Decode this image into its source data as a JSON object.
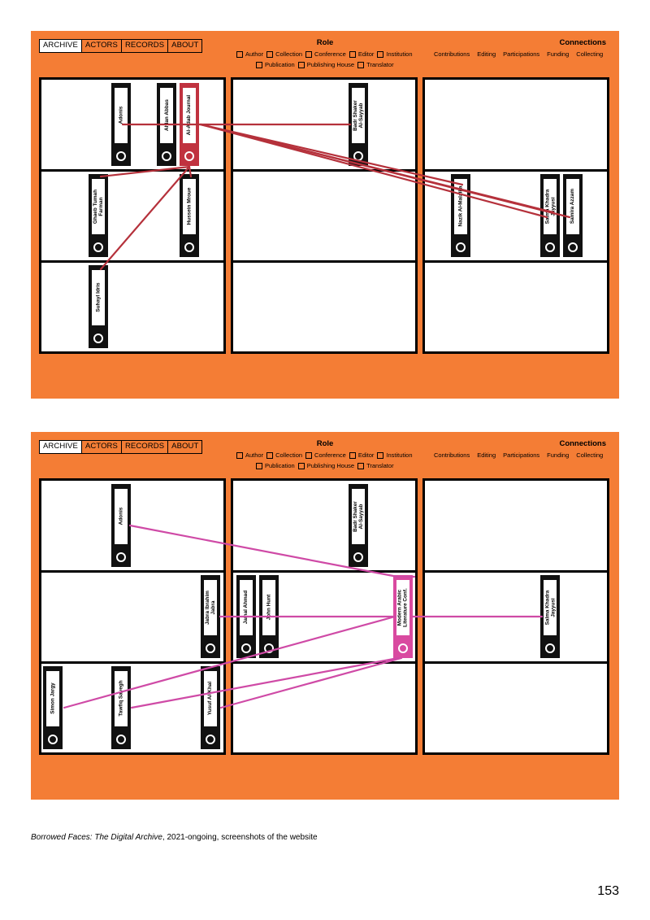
{
  "nav": {
    "tabs": [
      "ARCHIVE",
      "ACTORS",
      "RECORDS",
      "ABOUT"
    ]
  },
  "role": {
    "title": "Role",
    "row1": [
      "Author",
      "Collection",
      "Conference",
      "Editor",
      "Institution"
    ],
    "row2": [
      "Publication",
      "Publishing House",
      "Translator"
    ]
  },
  "connections": {
    "title": "Connections",
    "items": [
      "Contributions",
      "Editing",
      "Participations",
      "Funding",
      "Collecting"
    ]
  },
  "screens": [
    {
      "binders": [
        {
          "label": "Adonis"
        },
        {
          "label": "Ahlan Abbas"
        },
        {
          "label": "Al-Adab Journal",
          "highlight": "red"
        },
        {
          "label": "Badr Shaker\nAl-Sayyab"
        },
        {
          "label": "Ghaeb Tumah\nFarman"
        },
        {
          "label": "Hussein Mroue"
        },
        {
          "label": "Nazik Al-Malaika"
        },
        {
          "label": "Salma Khadra\nJayyusi"
        },
        {
          "label": "Samira Azzam"
        },
        {
          "label": "Suhayl Idris"
        }
      ],
      "link_color": "#b5313b"
    },
    {
      "binders": [
        {
          "label": "Adonis"
        },
        {
          "label": "Badr Shaker\nAl-Sayyab"
        },
        {
          "label": "Jabra Ibrahim\nJabra"
        },
        {
          "label": "Jamal Ahmad"
        },
        {
          "label": "John Hunt"
        },
        {
          "label": "Modern Arabic\nLiterature Conf.",
          "highlight": "pink"
        },
        {
          "label": "Salma Khadra\nJayyusi"
        },
        {
          "label": "Simon Jargy"
        },
        {
          "label": "Tawfiq Sayegh"
        },
        {
          "label": "Yusuf Al-Khal"
        }
      ],
      "link_color": "#cf4aa6"
    }
  ],
  "caption": {
    "title": "Borrowed Faces: The Digital Archive",
    "rest": ", 2021-ongoing, screenshots of the website"
  },
  "page_number": "153"
}
